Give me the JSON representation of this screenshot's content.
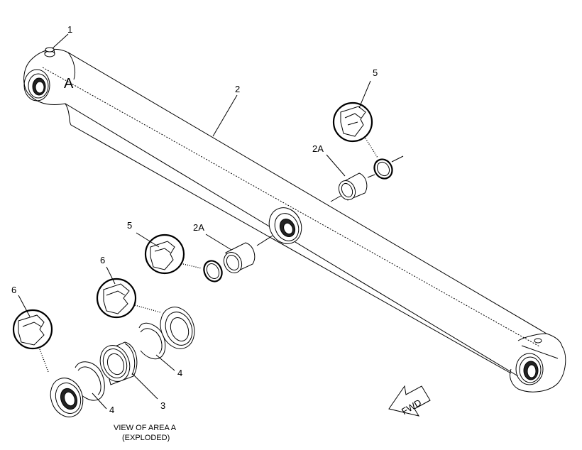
{
  "labels": {
    "area_marker": "A",
    "link_1": "1",
    "link_2": "2",
    "bushing_2a_upper": "2A",
    "bushing_2a_lower": "2A",
    "seal_5_upper": "5",
    "seal_5_lower": "5",
    "seal_6_left": "6",
    "seal_6_mid": "6",
    "snapring_4_lower": "4",
    "snapring_4_right": "4",
    "bearing_3": "3"
  },
  "caption": {
    "line1": "VIEW OF AREA  A",
    "line2": "(EXPLODED)"
  },
  "fwd_arrow": {
    "text": "FWD"
  }
}
